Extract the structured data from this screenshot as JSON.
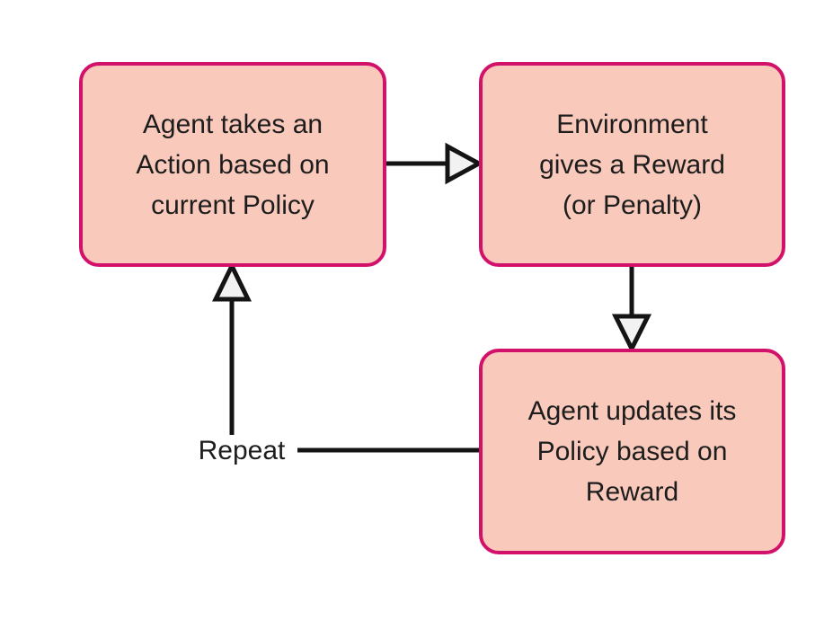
{
  "diagram": {
    "type": "flowchart",
    "topic": "reinforcement-learning-loop",
    "nodes": [
      {
        "id": "action",
        "label": "Agent takes an\nAction based on\ncurrent Policy"
      },
      {
        "id": "reward",
        "label": "Environment\ngives a Reward\n(or Penalty)"
      },
      {
        "id": "update",
        "label": "Agent updates its\nPolicy based on\nReward"
      }
    ],
    "edges": [
      {
        "from": "action",
        "to": "reward",
        "direction": "right",
        "label": ""
      },
      {
        "from": "reward",
        "to": "update",
        "direction": "down",
        "label": ""
      },
      {
        "from": "update",
        "to": "action",
        "direction": "left-then-up",
        "label": "Repeat"
      }
    ]
  },
  "colors": {
    "node-fill": "#f9c9bb",
    "node-border": "#d1116a",
    "edge-stroke": "#141414",
    "arrowhead-fill": "#f2f2f2",
    "text": "#1d1d1d",
    "background": "#ffffff"
  }
}
